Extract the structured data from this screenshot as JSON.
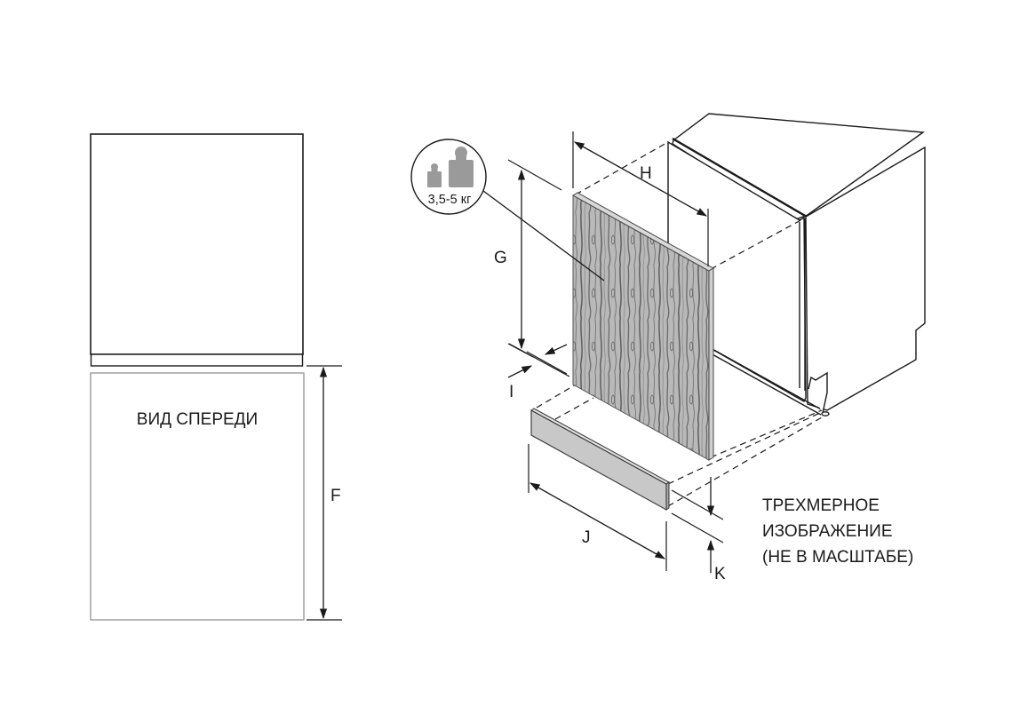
{
  "front_view": {
    "label": "ВИД СПЕРЕДИ",
    "dimension_label": "F"
  },
  "iso_view": {
    "dimension_labels": {
      "panel_height": "G",
      "panel_width": "H",
      "panel_thickness": "I",
      "plinth_width": "J",
      "plinth_height": "K"
    },
    "weight_badge": {
      "text": "3,5-5 кг",
      "icon": "weights-icon"
    },
    "note_lines": [
      "ТРЕХМЕРНОЕ",
      "ИЗОБРАЖЕНИЕ",
      "(НЕ В МАСШТАБЕ)"
    ]
  },
  "colors": {
    "line": "#1a1a1a",
    "light_line": "#999999",
    "panel_wood": "#b8b8b8",
    "wood_grain": "#6a6a6a",
    "plinth": "#c8c8c8",
    "weight_icon": "#9a9a9a"
  }
}
